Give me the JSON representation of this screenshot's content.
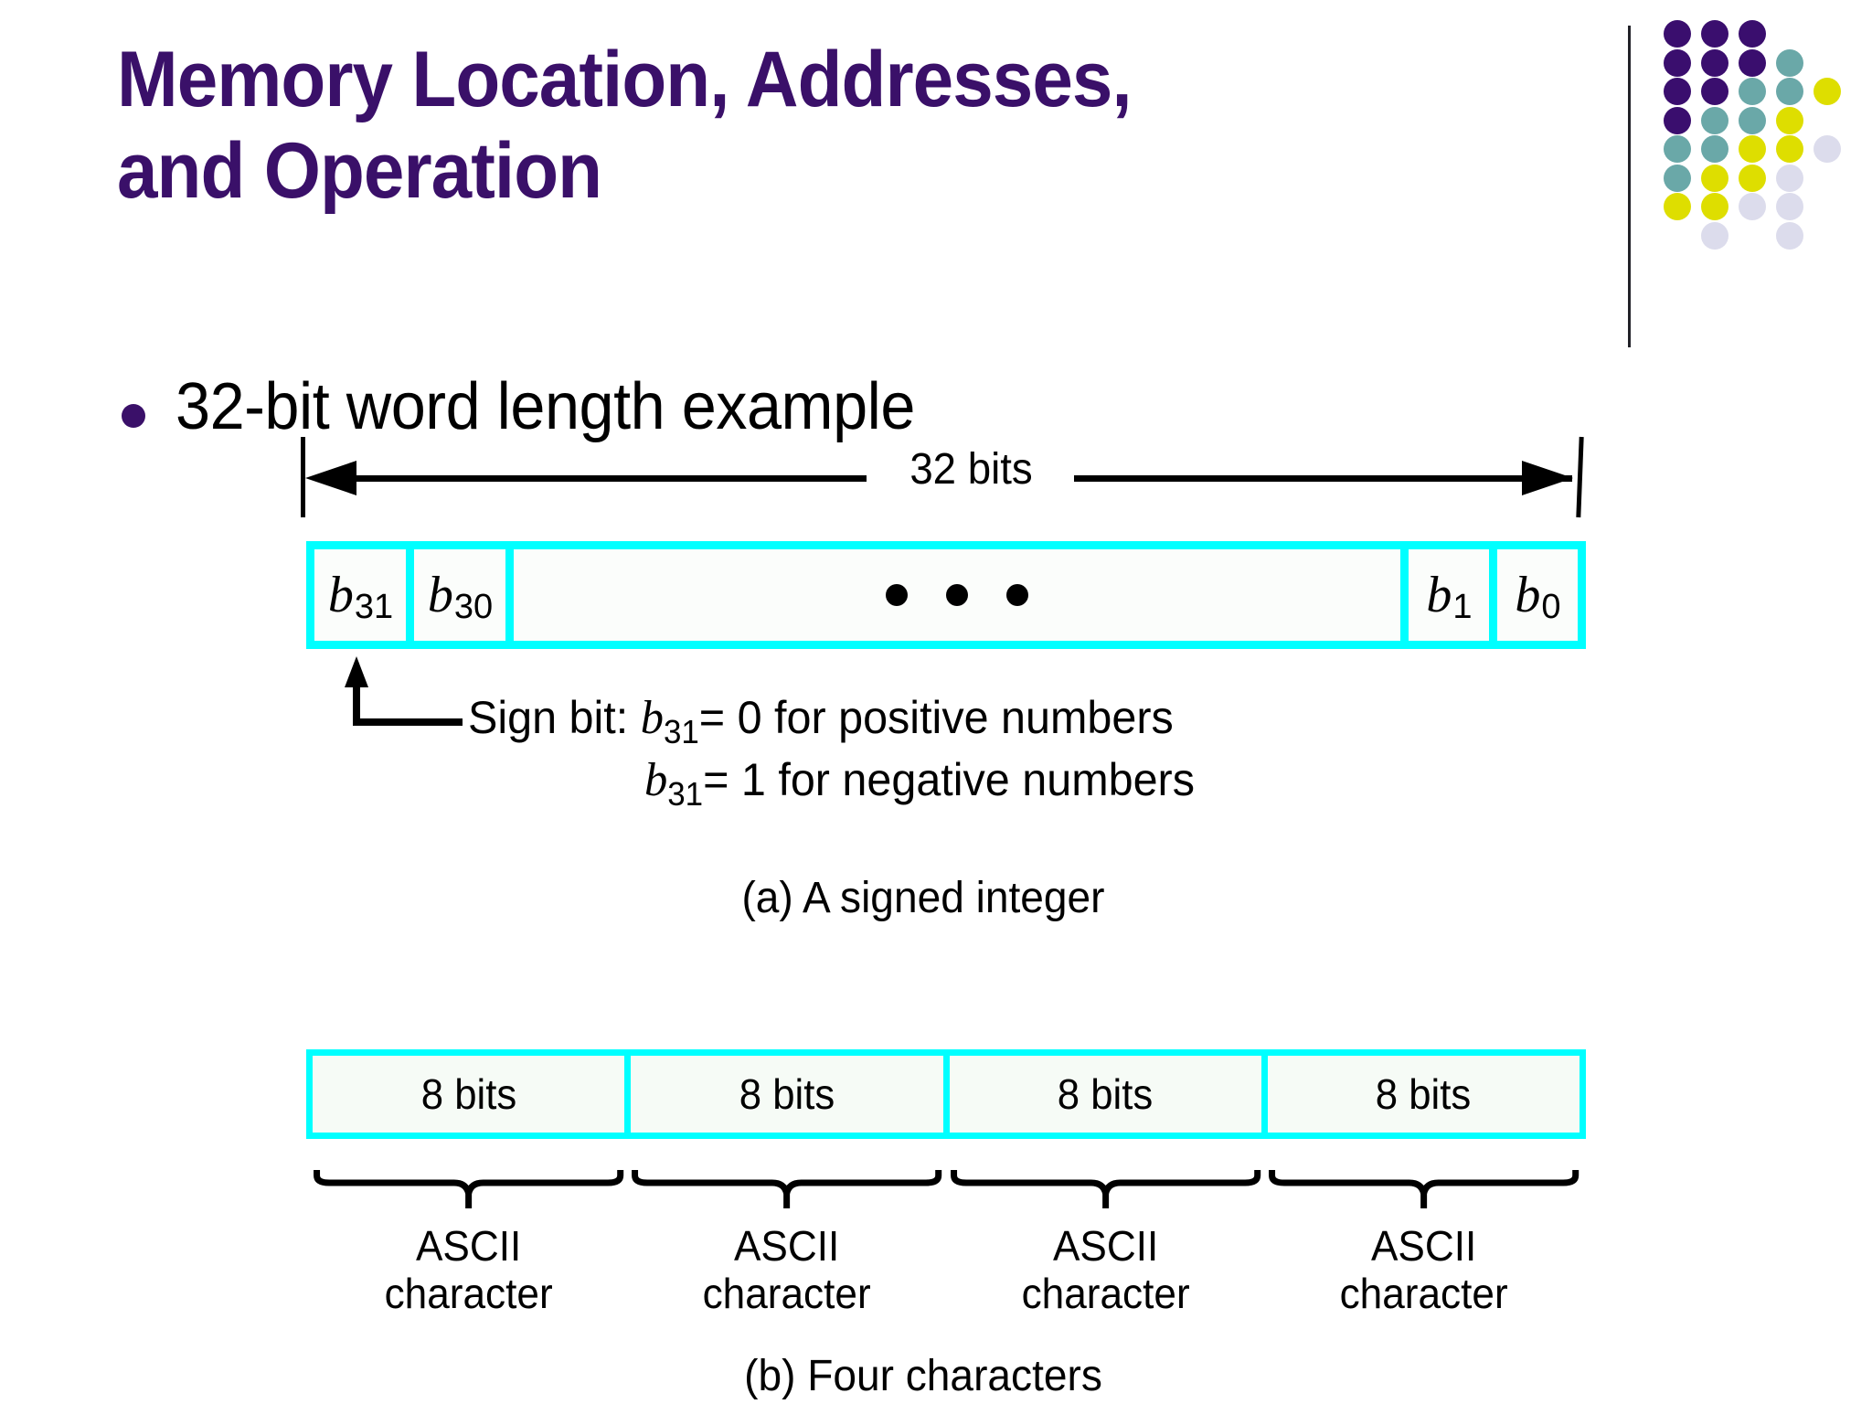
{
  "slide": {
    "title": "Memory Location, Addresses,\nand Operation",
    "title_color": "#3a1069",
    "background": "#ffffff"
  },
  "logo": {
    "name": "dot-matrix-logo",
    "colors": {
      "purple": "#3a0e6e",
      "teal": "#6aa8a8",
      "yellow": "#dede00",
      "lavender": "#dcdcec"
    },
    "grid": [
      [
        "purple",
        "purple",
        "purple",
        "",
        ""
      ],
      [
        "purple",
        "purple",
        "purple",
        "teal",
        ""
      ],
      [
        "purple",
        "purple",
        "teal",
        "teal",
        "yellow"
      ],
      [
        "purple",
        "teal",
        "teal",
        "yellow",
        ""
      ],
      [
        "teal",
        "teal",
        "yellow",
        "yellow",
        "lavender"
      ],
      [
        "teal",
        "yellow",
        "yellow",
        "lavender",
        ""
      ],
      [
        "yellow",
        "yellow",
        "lavender",
        "lavender",
        ""
      ],
      [
        "",
        "lavender",
        "",
        "lavender",
        ""
      ]
    ]
  },
  "bullet": {
    "marker_color": "#3a1069",
    "text": "32-bit word length example"
  },
  "figure_a": {
    "dimension_label": "32 bits",
    "cells": [
      {
        "base": "b",
        "sub": "31"
      },
      {
        "base": "b",
        "sub": "30"
      },
      {
        "base": "",
        "sub": "",
        "ellipsis": true
      },
      {
        "base": "b",
        "sub": "1"
      },
      {
        "base": "b",
        "sub": "0"
      }
    ],
    "sign_note_prefix": "Sign bit: ",
    "sign_lines": [
      {
        "base": "b",
        "sub": "31",
        "rest": "=  0  for positive numbers"
      },
      {
        "base": "b",
        "sub": "31",
        "rest": "=  1  for negative numbers"
      }
    ],
    "caption": "(a) A signed integer",
    "border_color": "#00ffff",
    "cell_fill": "#fbfdfb"
  },
  "figure_b": {
    "cells": [
      "8 bits",
      "8 bits",
      "8 bits",
      "8 bits"
    ],
    "labels": [
      {
        "line1": "ASCII",
        "line2": "character"
      },
      {
        "line1": "ASCII",
        "line2": "character"
      },
      {
        "line1": "ASCII",
        "line2": "character"
      },
      {
        "line1": "ASCII",
        "line2": "character"
      }
    ],
    "caption": "(b) Four characters",
    "border_color": "#00ffff",
    "cell_fill": "#f6fbf6"
  }
}
